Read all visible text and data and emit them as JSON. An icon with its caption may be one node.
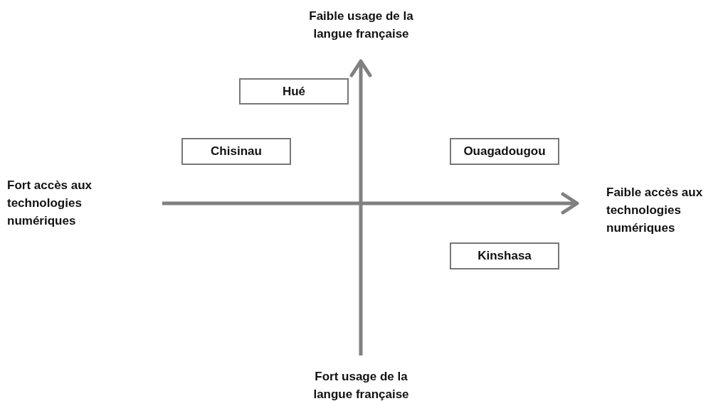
{
  "diagram": {
    "nodes": [
      {
        "text": [
          "Hué"
        ]
      },
      {
        "text": [
          "Chisinau"
        ]
      },
      {
        "text": [
          "Ouagadougou"
        ]
      },
      {
        "text": [
          "Kinshasa"
        ]
      }
    ],
    "labels": [
      "Faible usage de la langue française",
      "Fort accès aux technologies numériques",
      "Faible accès aux technologies numériques",
      "Fort usage de la langue française"
    ]
  }
}
